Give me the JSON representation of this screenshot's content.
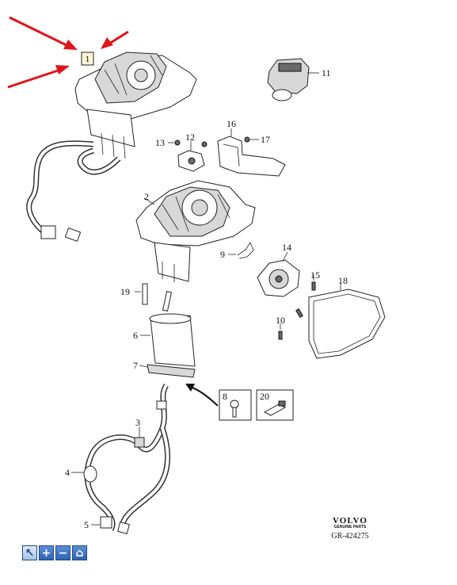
{
  "callouts": {
    "c1": "1",
    "c2": "2",
    "c3": "3",
    "c4": "4",
    "c5": "5",
    "c6": "6",
    "c7": "7",
    "c8": "8",
    "c9": "9",
    "c10": "10",
    "c11": "11",
    "c12": "12",
    "c13": "13",
    "c14": "14",
    "c15": "15",
    "c16": "16",
    "c17": "17",
    "c18": "18",
    "c19": "19",
    "c20": "20"
  },
  "brand": {
    "name": "VOLVO",
    "subtitle": "GENUINE PARTS",
    "code": "GR-424275"
  },
  "toolbar": {
    "buttons": [
      {
        "icon": "cursor-icon",
        "glyph": "↖"
      },
      {
        "icon": "zoom-in-icon",
        "glyph": "+"
      },
      {
        "icon": "zoom-out-icon",
        "glyph": "−"
      },
      {
        "icon": "home-icon",
        "glyph": "⌂"
      }
    ]
  },
  "colors": {
    "highlight_arrow": "#e0151b",
    "toolbar_button": "#2f61b0"
  }
}
